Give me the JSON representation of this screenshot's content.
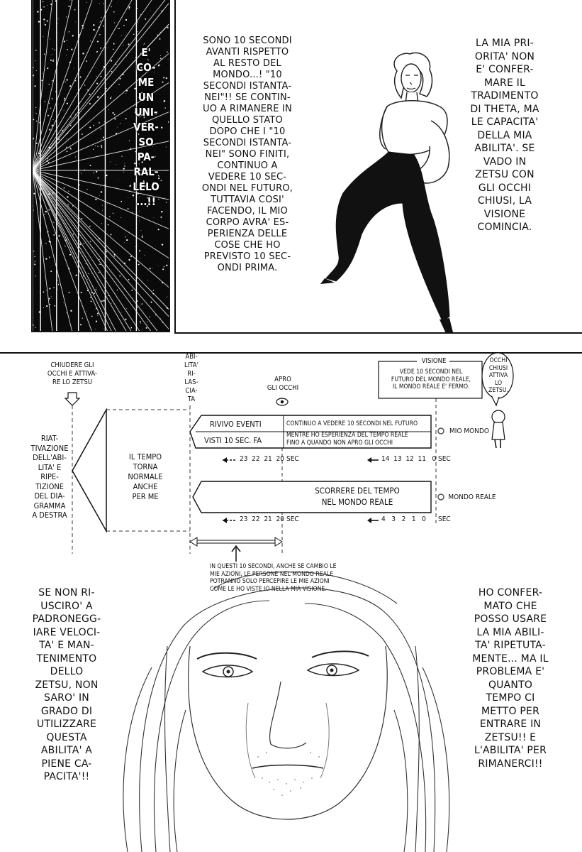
{
  "panel1": {
    "vertical_caption": "E'\nCO-\nME\nUN\nUNI-\nVER-\nSO\nPA-\nRAL-\nLELO\n...!!"
  },
  "panel2": {
    "explanation": "SONO 10 SECONDI\nAVANTI RISPETTO\nAL RESTO DEL\nMONDO...! \"10\nSECONDI ISTANTA-\nNEI\"!! SE CONTIN-\nUO A RIMANERE IN\nQUELLO STATO\nDOPO CHE I \"10\nSECONDI ISTANTA-\nNEI\" SONO FINITI,\nCONTINUO A\nVEDERE 10 SEC-\nONDI NEL FUTURO,\nTUTTAVIA COSI'\nFACENDO, IL MIO\nCORPO AVRA' ES-\nPERIENZA DELLE\nCOSE CHE HO\nPREVISTO 10 SEC-\nONDI PRIMA.",
    "priority": "LA MIA PRI-\nORITA' NON\nE' CONFER-\nMARE IL\nTRADIMENTO\nDI THETA, MA\nLE CAPACITA'\nDELLA MIA\nABILITA'. SE\nVADO IN\nZETSU CON\nGLI OCCHI\nCHIUSI, LA\nVISIONE\nCOMINCIA."
  },
  "diagram": {
    "close_eyes": "CHIUDERE GLI\nOCCHI E ATTIVA-\nRE LO ZETSU",
    "ability_released": "ABI-\nLITA'\nRI-\nLAS-\nCIA-\nTA",
    "open_eyes": "APRO\nGLI OCCHI",
    "vision_title": "VISIONE",
    "vision_desc": "VEDE 10 SECONDI NEL\nFUTURO DEL MONDO REALE,\nIL MONDO REALE E' FERMO.",
    "eyes_closed_note": "OCCHI\nCHIUSI\nATTIVA\nLO\nZETSU.",
    "reactivation": "RIAT-\nTIVAZIONE\nDELL'ABI-\nLITA' E\nRIPE-\nTIZIONE\nDEL DIA-\nGRAMMA\nA DESTRA",
    "time_returns": "IL TEMPO\nTORNA\nNORMALE\nANCHE\nPER ME",
    "relive_events": "RIVIVO EVENTI",
    "seen_10_sec": "VISTI 10 SEC. FA",
    "keep_seeing": "CONTINUO A VEDERE 10 SECONDI NEL FUTURO",
    "while_experiencing": "MENTRE HO ESPERIENZA DEL TEMPO REALE\nFINO A QUANDO NON APRO GLI OCCHI",
    "my_world": "MIO MONDO",
    "real_time_flow": "SCORRERE DEL TEMPO\nNEL MONDO REALE",
    "real_world": "MONDO REALE",
    "row1_left_ticks": "23  22  21  20",
    "row1_left_unit": "SEC",
    "row1_right_ticks": "14  13  12  11   0",
    "row1_right_unit": "SEC",
    "row2_left_ticks": "23  22  21  20",
    "row2_left_unit": "SEC",
    "row2_right_ticks": "4   3   2   1   0",
    "row2_right_unit": "SEC",
    "in_these_10_sec": "IN QUESTI 10 SECONDI, ANCHE SE CAMBIO LE\nMIE AZIONI, LE PERSONE NEL MONDO REALE\nPOTRANNO SOLO PERCEPIRE LE MIE AZIONI\nCOME LE HO VISTE IO NELLA MIA VISIONE."
  },
  "panel3": {
    "left_bubble": "SE NON RI-\nUSCIRO' A\nPADRONEGG-\nIARE VELOCI-\nTA' E MAN-\nTENIMENTO\nDELLO\nZETSU, NON\nSARO' IN\nGRADO DI\nUTILIZZARE\nQUESTA\nABILITA' A\nPIENE CA-\nPACITA'!!",
    "right_bubble": "HO CONFER-\nMATO CHE\nPOSSO USARE\nLA MIA ABILI-\nTA' RIPETUTA-\nMENTE... MA IL\nPROBLEMA E'\nQUANTO\nTEMPO CI\nMETTO PER\nENTRARE IN\nZETSU!! E\nL'ABILITA' PER\nRIMANERCI!!"
  }
}
